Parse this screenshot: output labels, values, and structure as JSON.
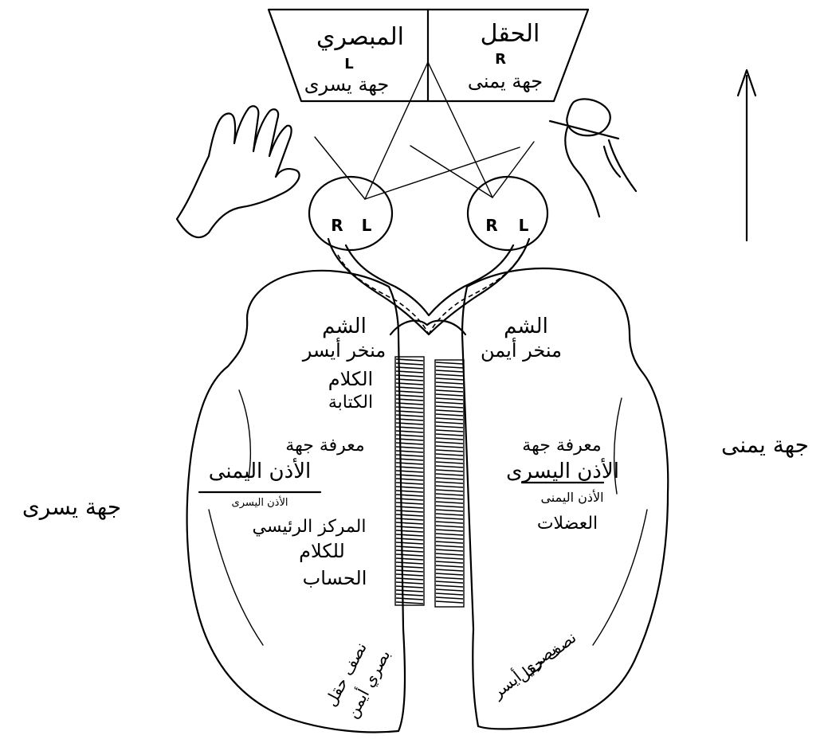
{
  "visual_field": {
    "left_half_title": "المبصري",
    "left_half_letter": "L",
    "left_half_side": "جهة يسرى",
    "right_half_title": "الحقل",
    "right_half_letter": "R",
    "right_half_side": "جهة يمنى"
  },
  "eyes": {
    "left_eye_r": "R",
    "left_eye_l": "L",
    "right_eye_r": "R",
    "right_eye_l": "L"
  },
  "left_hemisphere": {
    "smell_1": "الشم",
    "smell_2": "منخر أيسر",
    "speech_1": "الكلام",
    "speech_2": "الكتابة",
    "hear_1": "معرفة جهة",
    "hear_2": "الأذن اليمنى",
    "hear_3": "الأذن اليسرى",
    "center_1": "المركز الرئيسي",
    "center_2": "للكلام",
    "center_3": "الحساب",
    "vf_1": "نصف حقل",
    "vf_2": "بصري أيمن"
  },
  "right_hemisphere": {
    "smell_1": "الشم",
    "smell_2": "منخر أيمن",
    "hear_1": "معرفة جهة",
    "hear_2": "الأذن اليسرى",
    "hear_3": "الأذن اليمنى",
    "muscles": "العضلات",
    "vf_1": "نصف حقل",
    "vf_2": "بصري أيسر"
  },
  "side_labels": {
    "right_side": "جهة يمنى",
    "left_side": "جهة يسرى"
  }
}
